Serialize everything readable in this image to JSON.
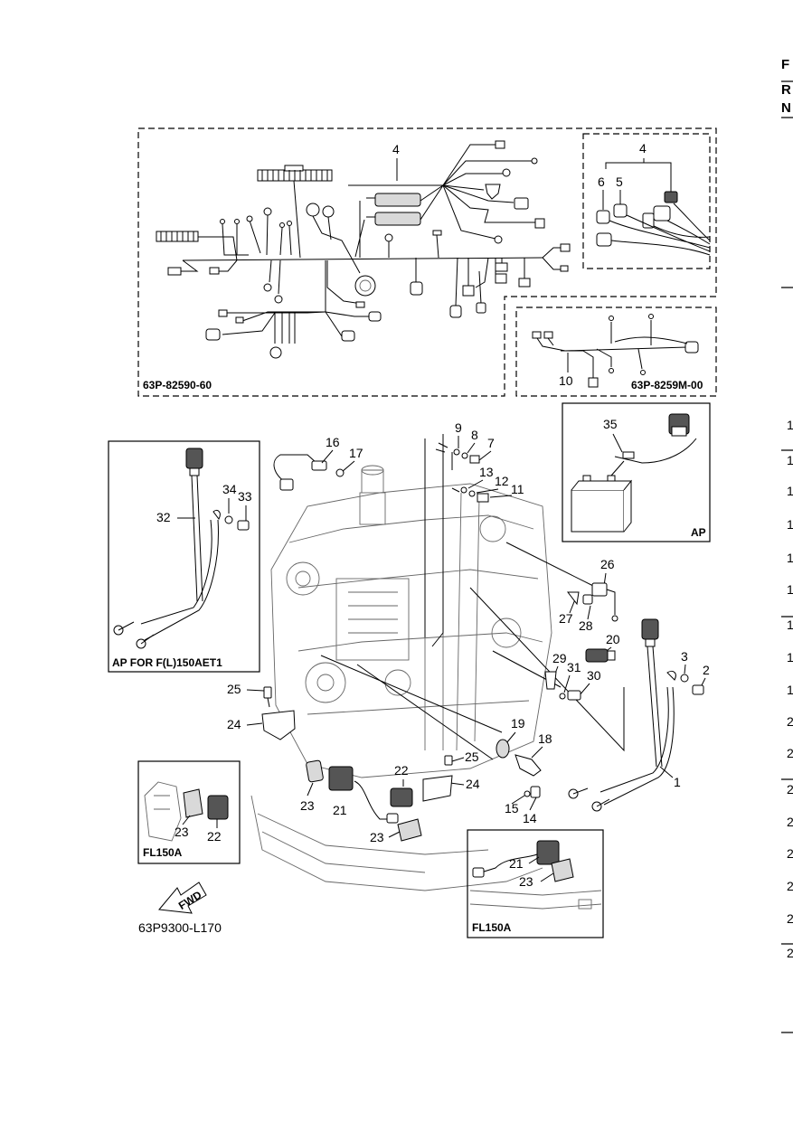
{
  "harness_main": {
    "code": "63P-82590-60",
    "part": "4"
  },
  "harness_sub": {
    "code": "63P-8259M-00",
    "part": "10"
  },
  "inset_harness": {
    "parts": [
      "4",
      "6",
      "5"
    ]
  },
  "inset_ap": {
    "label": "AP",
    "part": "35"
  },
  "inset_ap_f150": {
    "label": "AP FOR F(L)150AET1",
    "parts": [
      "32",
      "34",
      "33"
    ]
  },
  "inset_fl150a_left": {
    "label": "FL150A",
    "parts": [
      "23",
      "22"
    ]
  },
  "inset_fl150a_right": {
    "label": "FL150A",
    "parts": [
      "21",
      "23"
    ]
  },
  "callouts": {
    "n1": "1",
    "n2": "2",
    "n3": "3",
    "n7": "7",
    "n8": "8",
    "n9": "9",
    "n11": "11",
    "n12": "12",
    "n13": "13",
    "n14": "14",
    "n15": "15",
    "n16": "16",
    "n17": "17",
    "n18": "18",
    "n19": "19",
    "n20": "20",
    "n21": "21",
    "n22": "22",
    "n23a": "23",
    "n23b": "23",
    "n24a": "24",
    "n24b": "24",
    "n25a": "25",
    "n25b": "25",
    "n26": "26",
    "n27": "27",
    "n28": "28",
    "n29": "29",
    "n30": "30",
    "n31": "31"
  },
  "fwd_label": "FWD",
  "drawing_code": "63P9300-L170",
  "right_edge": {
    "letters": [
      "F",
      "R",
      "N"
    ],
    "digits": [
      "1",
      "1",
      "1",
      "1",
      "1",
      "1",
      "1",
      "1",
      "1",
      "2",
      "2",
      "2",
      "2",
      "2",
      "2",
      "2",
      "2"
    ]
  }
}
